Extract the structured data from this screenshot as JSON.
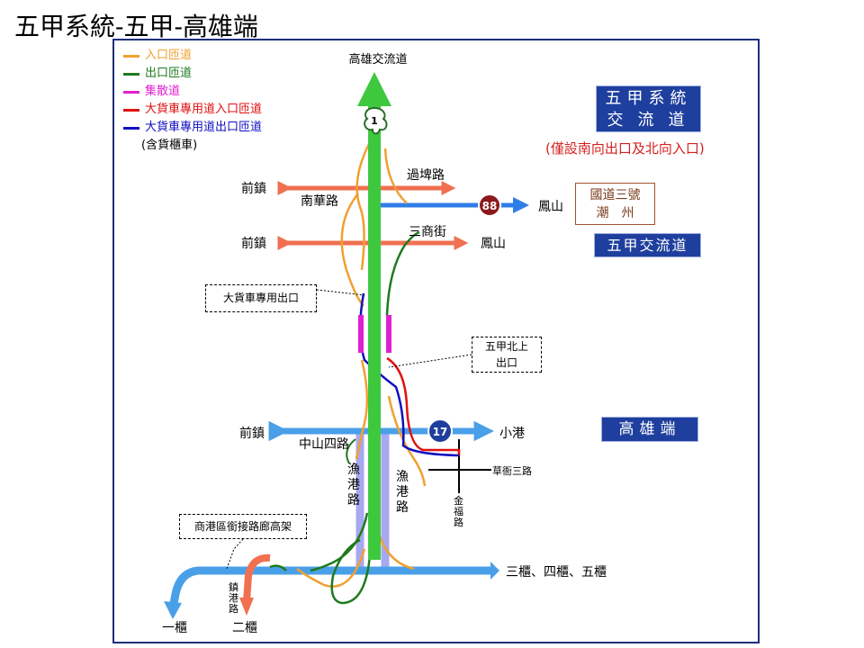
{
  "title": "五甲系統-五甲-高雄端",
  "legend": {
    "items": [
      {
        "label": "入口匝道",
        "color": "#f0a030"
      },
      {
        "label": "出口匝道",
        "color": "#1e7a1e"
      },
      {
        "label": "集散道",
        "color": "#e020d0"
      },
      {
        "label": "大貨車專用道入口匝道",
        "color": "#e01010"
      },
      {
        "label": "大貨車專用道出口匝道",
        "color": "#1010c0"
      }
    ],
    "note": "(含貨櫃車)"
  },
  "colors": {
    "mainline": "#3ec83e",
    "arterial_orange": "#f07050",
    "arterial_blue": "#4aa0e8",
    "entrance": "#f0a030",
    "exit": "#1e7a1e",
    "cd_road": "#e020d0",
    "truck_in": "#e01010",
    "truck_out": "#1010c0",
    "fishing_road": "#a8a8f0",
    "box_blue": "#1f3f9e"
  },
  "labels": {
    "top_destination": "高雄交流道",
    "shield_1": "1",
    "shield_88": "88",
    "shield_17": "17",
    "road_guotang": "過埤路",
    "road_nanhua": "南華路",
    "road_sanshang": "三商街",
    "road_zhongshan4": "中山四路",
    "road_yugang_l": "漁港路",
    "road_yugang_r": "漁港路",
    "road_caoya3": "草衙三路",
    "road_jinfu": "金福路",
    "road_zhen_gang": "鎮港路",
    "qianzhen_1": "前鎮",
    "qianzhen_2": "前鎮",
    "qianzhen_3": "前鎮",
    "fengshan_1": "鳳山",
    "fengshan_2": "鳳山",
    "xiaogang": "小港",
    "ports_345": "三櫃、四櫃、五櫃",
    "port_1": "一櫃",
    "port_2": "二櫃"
  },
  "boxes": {
    "system_line1": "五甲系統",
    "system_line2": "交流道",
    "system_note": "(僅設南向出口及北向入口)",
    "hwy3_line1": "國道三號",
    "hwy3_line2": "潮　州",
    "interchange": "五甲交流道",
    "kaohsiung_end": "高雄端"
  },
  "callouts": {
    "truck_exit": "大貨車專用出口",
    "wujia_north_line1": "五甲北上",
    "wujia_north_line2": "出口",
    "harbor_viaduct": "商港區銜接路廊高架"
  }
}
